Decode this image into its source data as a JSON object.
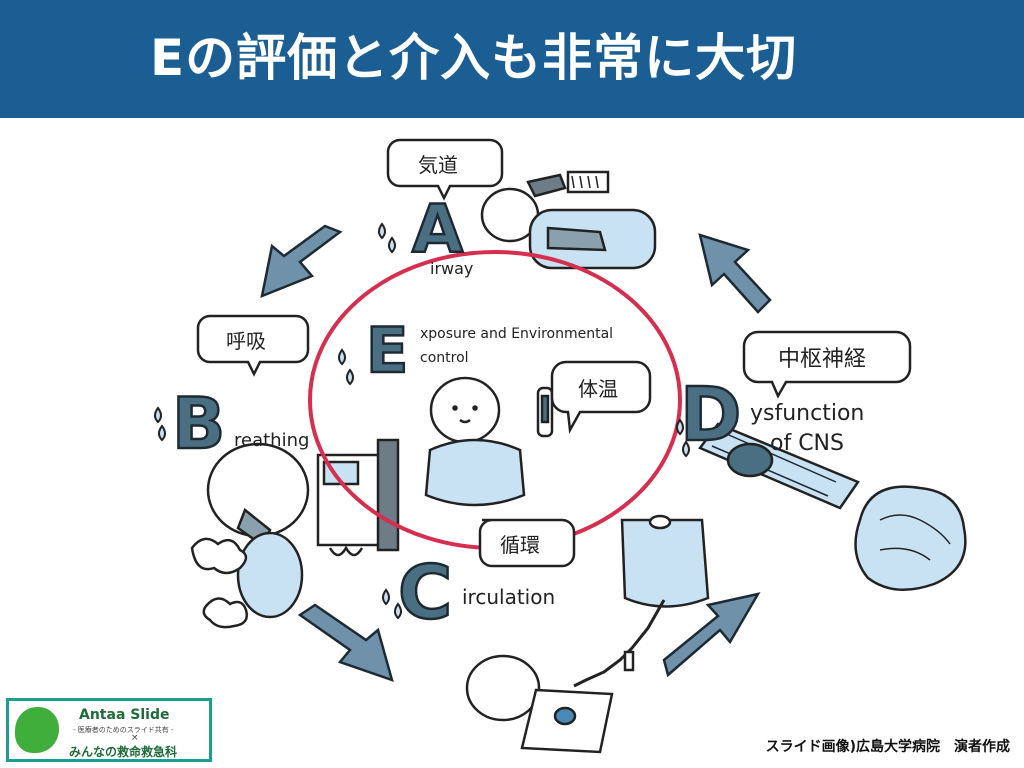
{
  "title": "Eの評価と介入も非常に大切",
  "nodes": {
    "A": {
      "letter": "A",
      "rest": "irway",
      "bubble": "気道"
    },
    "B": {
      "letter": "B",
      "rest": "reathing",
      "bubble": "呼吸"
    },
    "C": {
      "letter": "C",
      "rest": "irculation",
      "bubble": "循環"
    },
    "D": {
      "letter": "D",
      "rest_line1": "ysfunction",
      "rest_line2": "of CNS",
      "bubble": "中枢神経"
    },
    "E": {
      "letter": "E",
      "rest_line1": "xposure and Environmental",
      "rest_line2": "control",
      "bubble": "体温"
    }
  },
  "credit": "スライド画像)広島大学病院　演者作成",
  "logo": {
    "title": "Antaa Slide",
    "subtitle": "- 医療者のためのスライド共有 -",
    "cross": "×",
    "jp": "みんなの救命救急科"
  },
  "colors": {
    "header": "#1b5e93",
    "highlight_circle": "#d62e4e",
    "letter_fill": "#4b6f82",
    "light_blue": "#c9e2f3",
    "arrow": "#6f92aa"
  }
}
